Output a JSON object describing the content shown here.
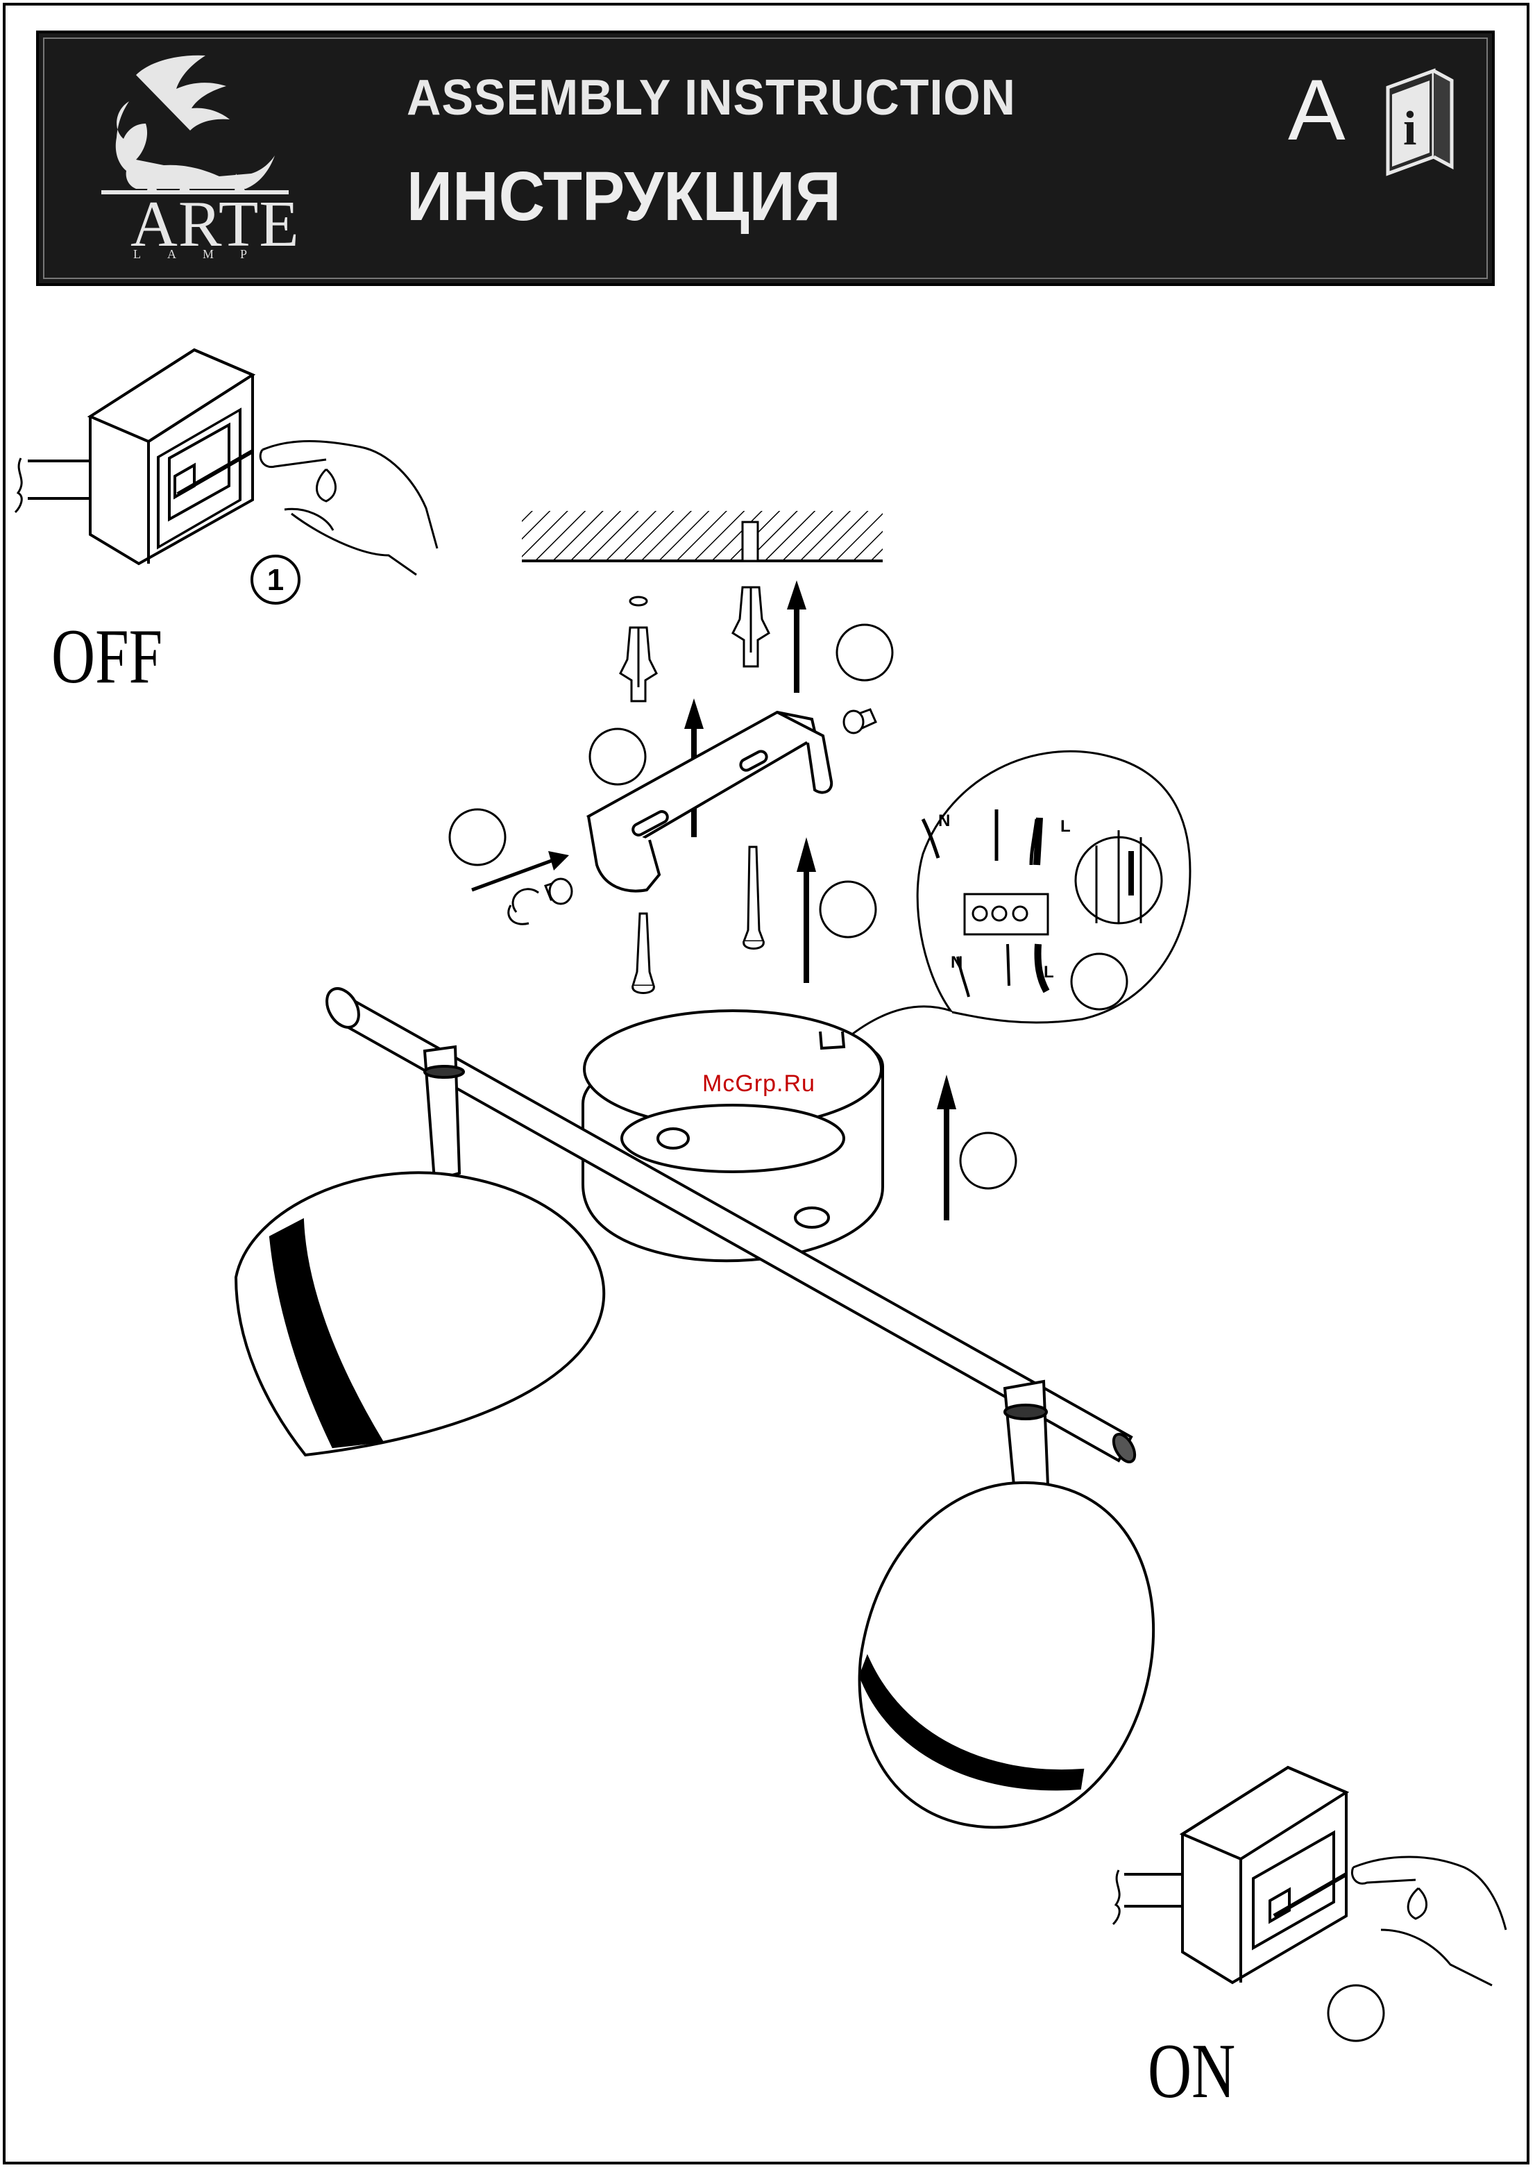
{
  "header": {
    "brand": "ARTE",
    "brand_sub": "LAMP",
    "title_en": "ASSEMBLY INSTRUCTION",
    "title_ru": "ИНСТРУКЦИЯ",
    "lang_code": "A",
    "info_icon": "info-book-icon",
    "logo_icon": "winged-lion-logo"
  },
  "steps": {
    "switch_off_label": "OFF",
    "switch_on_label": "ON",
    "step_one_number": "1"
  },
  "wiring": {
    "neutral_top": "N",
    "live_top": "L",
    "neutral_bottom": "N",
    "live_bottom": "L"
  },
  "watermark": "McGrp.Ru",
  "colors": {
    "header_background": "#1a1a1a",
    "header_text": "#e8e8e8",
    "watermark": "#c40000"
  }
}
